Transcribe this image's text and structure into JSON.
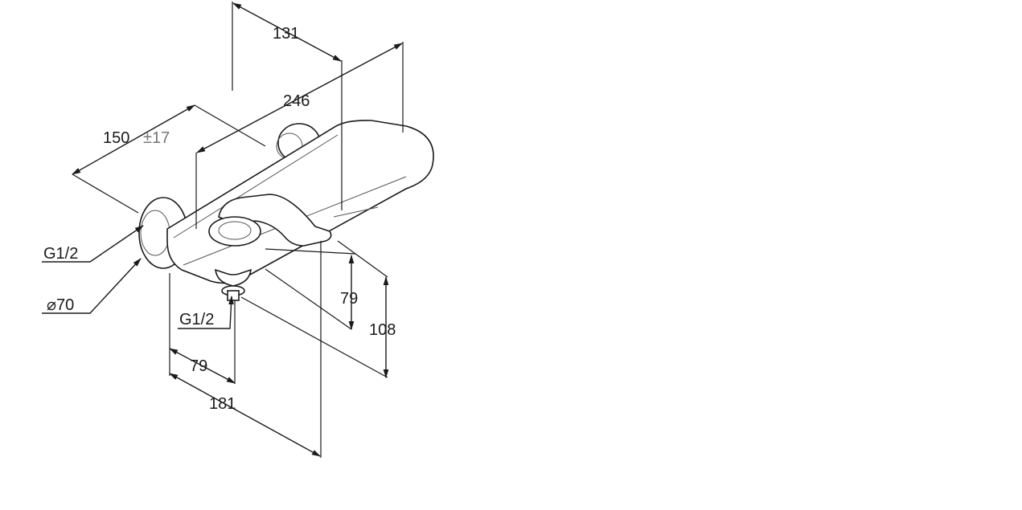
{
  "dimensions": {
    "d131": "131",
    "d246": "246",
    "d150": "150",
    "d150_tol": "±17",
    "d79_vertical": "79",
    "d108": "108",
    "d79_horizontal": "79",
    "d181": "181"
  },
  "callouts": {
    "thread_wall": "G1/2",
    "rosette_diameter": "⌀70",
    "thread_outlet": "G1/2"
  }
}
